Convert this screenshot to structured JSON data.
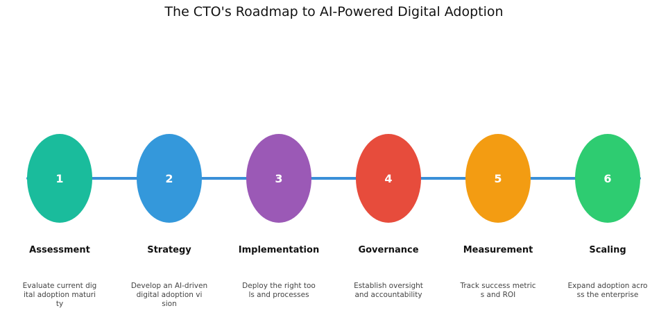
{
  "title": "The CTO's Roadmap to AI-Powered Digital Adoption",
  "line_color": "#3a8fd8",
  "steps": [
    {
      "number": "1",
      "title": "Assessment",
      "description": "Evaluate current dig\nital adoption maturi\nty",
      "color": "#1abc9c"
    },
    {
      "number": "2",
      "title": "Strategy",
      "description": "Develop an AI-driven\ndigital adoption vi\nsion",
      "color": "#3498db"
    },
    {
      "number": "3",
      "title": "Implementation",
      "description": "Deploy the right too\nls and processes",
      "color": "#9b59b6"
    },
    {
      "number": "4",
      "title": "Governance",
      "description": "Establish oversight\nand accountability",
      "color": "#e74c3c"
    },
    {
      "number": "5",
      "title": "Measurement",
      "description": "Track success metric\ns and ROI",
      "color": "#f39c12"
    },
    {
      "number": "6",
      "title": "Scaling",
      "description": "Expand adoption acro\nss the enterprise",
      "color": "#2ecc71"
    }
  ]
}
